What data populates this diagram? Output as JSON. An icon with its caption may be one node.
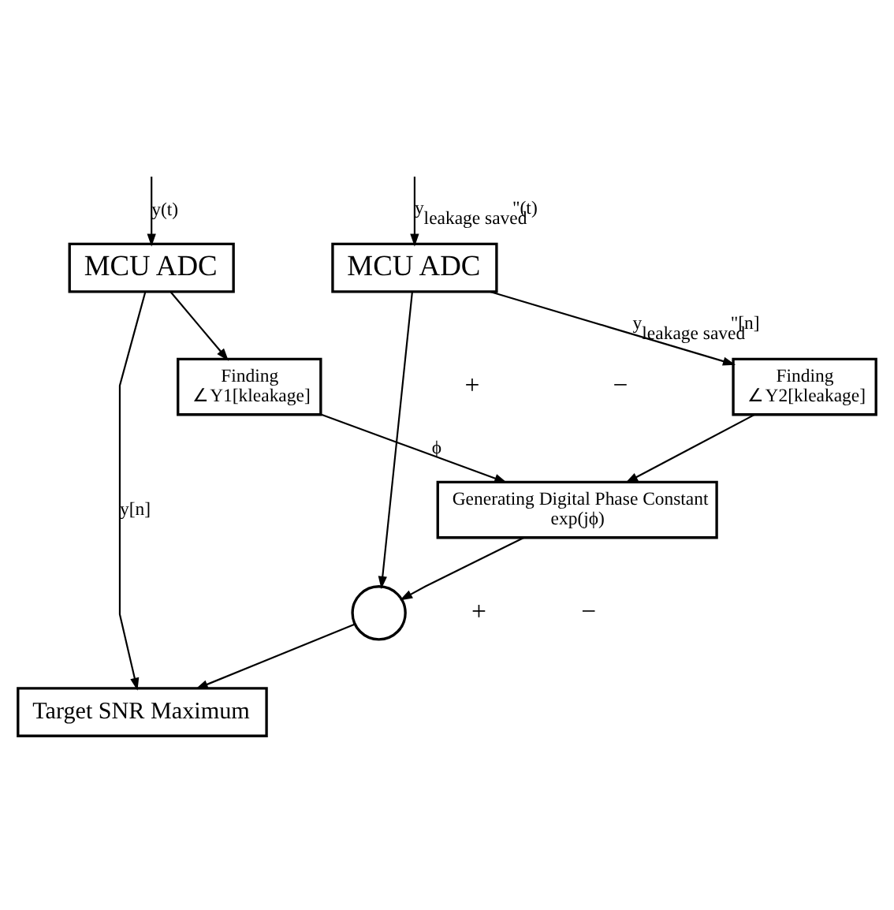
{
  "diagram": {
    "nodes": [
      {
        "text": [
          "MCU ADC"
        ]
      },
      {
        "text": [
          "MCU ADC"
        ]
      },
      {
        "text": [
          "Finding",
          "∠Y1[kleakage]"
        ]
      },
      {
        "text": [
          "Finding",
          "∠Y2[kleakage]"
        ]
      },
      {
        "text": [
          "Generating Digital Phase Constant",
          "exp(jϕ)"
        ]
      },
      {
        "text": [],
        "shape": "circle"
      },
      {
        "text": [
          "Target SNR Maximum"
        ]
      }
    ],
    "edges": [
      {
        "from": null,
        "to": 0,
        "arrow": "to",
        "label": "y(t)"
      },
      {
        "from": null,
        "to": 1,
        "arrow": "to",
        "label": "y$_{leakage saved}$\"(t)"
      },
      {
        "from": 0,
        "to": 6,
        "arrow": "to",
        "label": "y[n]"
      },
      {
        "from": 0,
        "to": 2,
        "arrow": "to"
      },
      {
        "from": 1,
        "to": 3,
        "arrow": "to",
        "label": "y$_{leakage saved}$\"[n]"
      },
      {
        "from": 1,
        "to": 5,
        "arrow": "to"
      },
      {
        "from": 2,
        "to": 4,
        "arrow": "to",
        "label": "ϕ"
      },
      {
        "from": 3,
        "to": 4,
        "arrow": "to"
      },
      {
        "from": 4,
        "to": 5,
        "arrow": "to"
      },
      {
        "from": 5,
        "to": 6,
        "arrow": "to"
      }
    ],
    "labels": [
      "+",
      "−",
      "+",
      "−"
    ]
  }
}
